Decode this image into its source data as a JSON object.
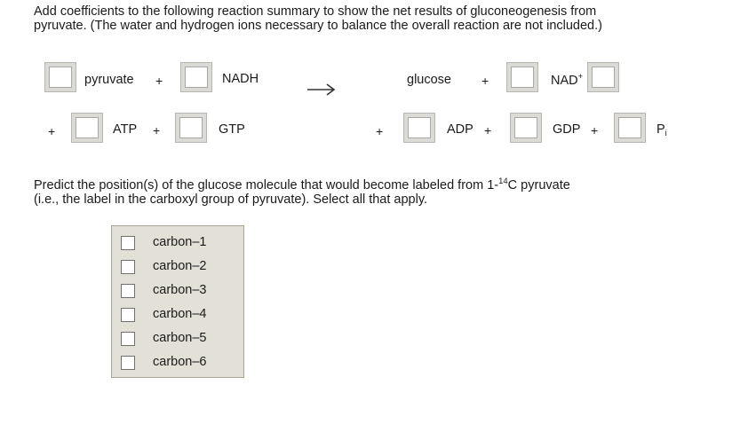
{
  "instructions": {
    "line1": "Add coefficients to the following reaction summary to show the net results of gluconeogenesis from",
    "line2": "pyruvate. (The water and hydrogen ions necessary to balance the overall reaction are not included.)"
  },
  "equation": {
    "plus": "+",
    "pyruvate": "pyruvate",
    "nadh": "NADH",
    "glucose": "glucose",
    "nad_base": "NAD",
    "nad_sup": "+",
    "atp": "ATP",
    "gtp": "GTP",
    "adp": "ADP",
    "gdp": "GDP",
    "pi_base": "P",
    "pi_sub": "i",
    "arrow_icon": "right-arrow-icon"
  },
  "question": {
    "line1_pre": "Predict the position(s) of the glucose molecule that would become labeled from 1-",
    "line1_sup": "14",
    "line1_post": "C pyruvate",
    "line2": "(i.e., the label in the carboxyl group of pyruvate). Select all that apply."
  },
  "options": [
    "carbon–1",
    "carbon–2",
    "carbon–3",
    "carbon–4",
    "carbon–5",
    "carbon–6"
  ],
  "colors": {
    "coef_box_outer": "#dcdad5",
    "panel_bg": "#e3e0d8",
    "panel_border": "#a6a398"
  }
}
